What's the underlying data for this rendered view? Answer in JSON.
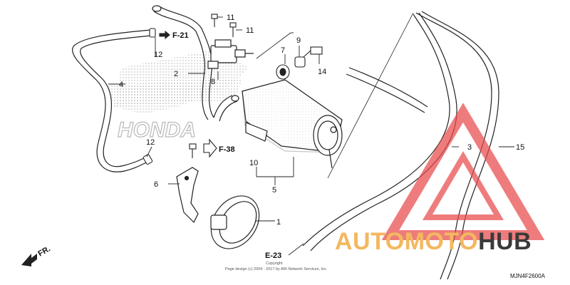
{
  "watermark": {
    "text_part1": "AUTOMOTO",
    "text_part2": "HUB",
    "color_orange": "#f3b860",
    "color_dark": "#3a3a3a",
    "triangle_color": "#ea4a4a"
  },
  "background_brand": "HONDA",
  "callouts": {
    "c1": "1",
    "c2": "2",
    "c3": "3",
    "c4": "4",
    "c5": "5",
    "c6": "6",
    "c7": "7",
    "c8": "8",
    "c9": "9",
    "c10": "10",
    "c11a": "11",
    "c11b": "11",
    "c12a": "12",
    "c12b": "12",
    "c14": "14",
    "c15": "15"
  },
  "references": {
    "f21": "F-21",
    "f38": "F-38",
    "e23": "E-23",
    "fr": "FR."
  },
  "footer": {
    "copyright_label": "Copyright",
    "copyright_text": "Page design (c) 2004 - 2017 by ARI Network Services, Inc.",
    "diagram_code": "MJN4F2600A"
  }
}
